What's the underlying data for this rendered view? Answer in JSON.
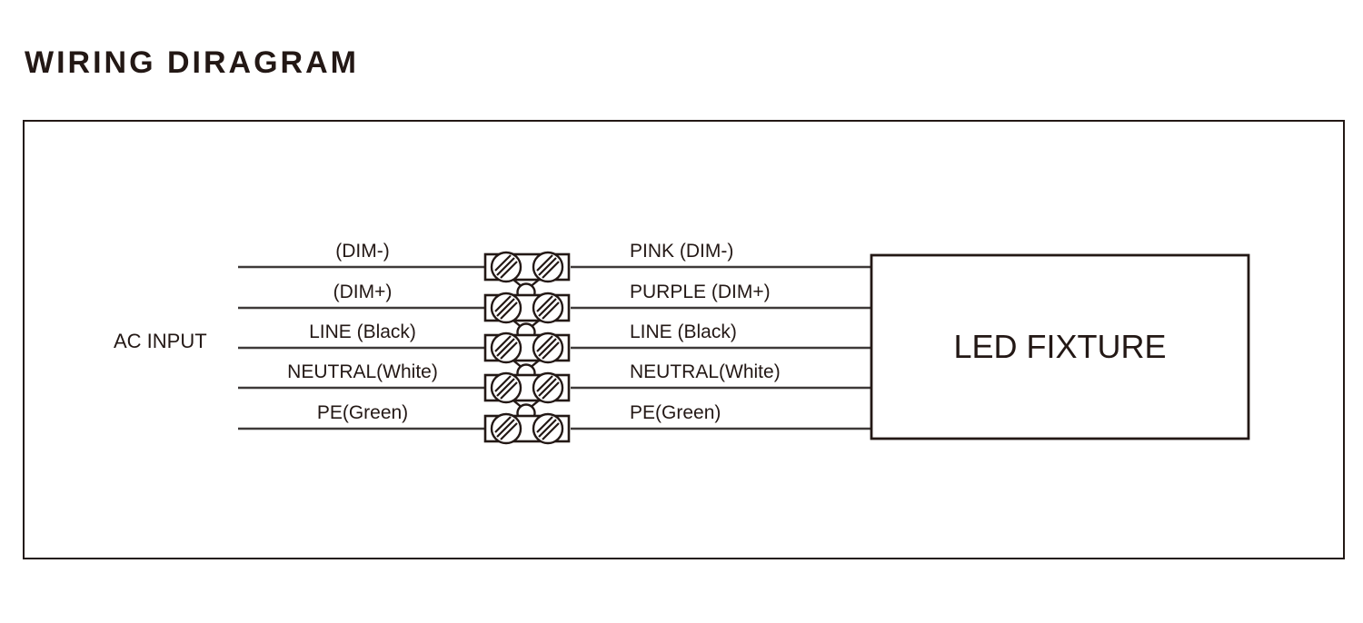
{
  "page": {
    "title": "WIRING DIRAGRAM",
    "background_color": "#ffffff",
    "ink_color": "#231815"
  },
  "diagram": {
    "name": "wiring-diagram",
    "source_label": "AC INPUT",
    "destination_label": "LED FIXTURE",
    "terminal_block": {
      "name": "terminal-block",
      "rows": 5,
      "screws_per_row": 2
    },
    "connections": [
      {
        "index": 1,
        "input_label": "(DIM-)",
        "output_label": "PINK (DIM-)",
        "wire_color_name": "pink"
      },
      {
        "index": 2,
        "input_label": "(DIM+)",
        "output_label": "PURPLE (DIM+)",
        "wire_color_name": "purple"
      },
      {
        "index": 3,
        "input_label": "LINE (Black)",
        "output_label": "LINE (Black)",
        "wire_color_name": "black"
      },
      {
        "index": 4,
        "input_label": "NEUTRAL(White)",
        "output_label": "NEUTRAL(White)",
        "wire_color_name": "white"
      },
      {
        "index": 5,
        "input_label": "PE(Green)",
        "output_label": "PE(Green)",
        "wire_color_name": "green"
      }
    ]
  }
}
